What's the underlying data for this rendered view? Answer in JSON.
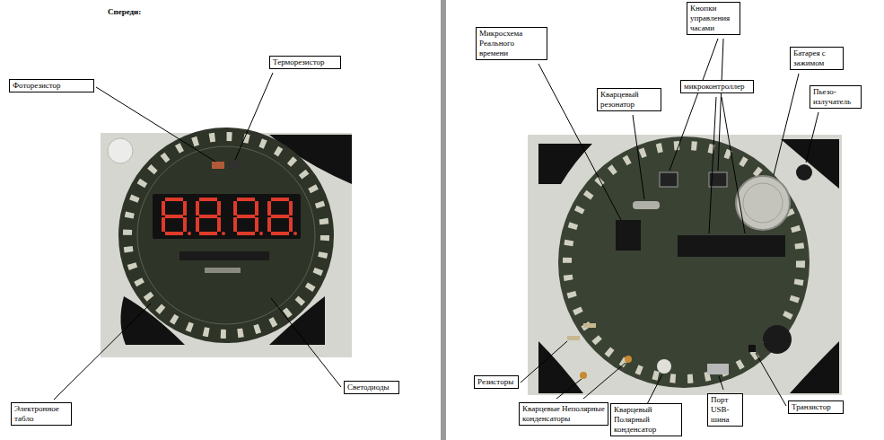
{
  "diagram": {
    "nodes": [
      {
        "text": [
          "Фоторезистор"
        ]
      },
      {
        "text": [
          "Терморезистор"
        ]
      },
      {
        "text": [
          "Электронное табло"
        ]
      },
      {
        "text": [
          "Светодиоды"
        ]
      },
      {
        "text": [
          "Микросхема Реального времени"
        ]
      },
      {
        "text": [
          "Кнопки управления часами"
        ]
      },
      {
        "text": [
          "Кварцевый резонатор"
        ]
      },
      {
        "text": [
          "микроконтроллер"
        ]
      },
      {
        "text": [
          "Батарея с зажимом"
        ]
      },
      {
        "text": [
          "Пьезо-излучатель"
        ]
      },
      {
        "text": [
          "Резисторы"
        ]
      },
      {
        "text": [
          "Кварцевые Неполярные конденсаторы"
        ]
      },
      {
        "text": [
          "Кварцевый Полярный конденсатор"
        ]
      },
      {
        "text": [
          "Порт USB-шина"
        ]
      },
      {
        "text": [
          "Транзистор"
        ]
      }
    ],
    "labels": [
      "Спереди:"
    ]
  }
}
